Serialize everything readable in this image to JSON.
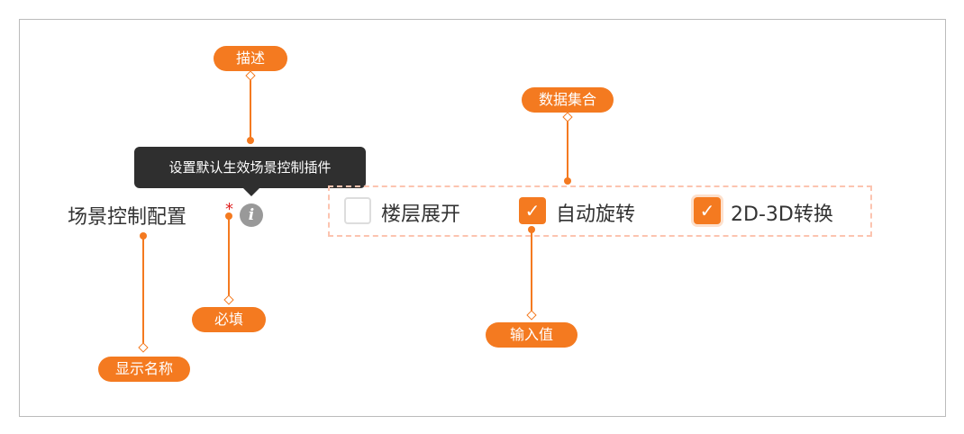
{
  "field": {
    "label": "场景控制配置",
    "required_mark": "*",
    "info_icon": "i",
    "tooltip": "设置默认生效场景控制插件"
  },
  "options": [
    {
      "label": "楼层展开",
      "checked": false
    },
    {
      "label": "自动旋转",
      "checked": true
    },
    {
      "label": "2D-3D转换",
      "checked": true
    }
  ],
  "check_glyph": "✓",
  "annotations": {
    "description": "描述",
    "data_set": "数据集合",
    "required": "必填",
    "display_name": "显示名称",
    "input_value": "输入值"
  },
  "colors": {
    "accent": "#f47a20",
    "tooltip_bg": "#2f2f2f",
    "dashed_border": "#fcc4b0"
  }
}
